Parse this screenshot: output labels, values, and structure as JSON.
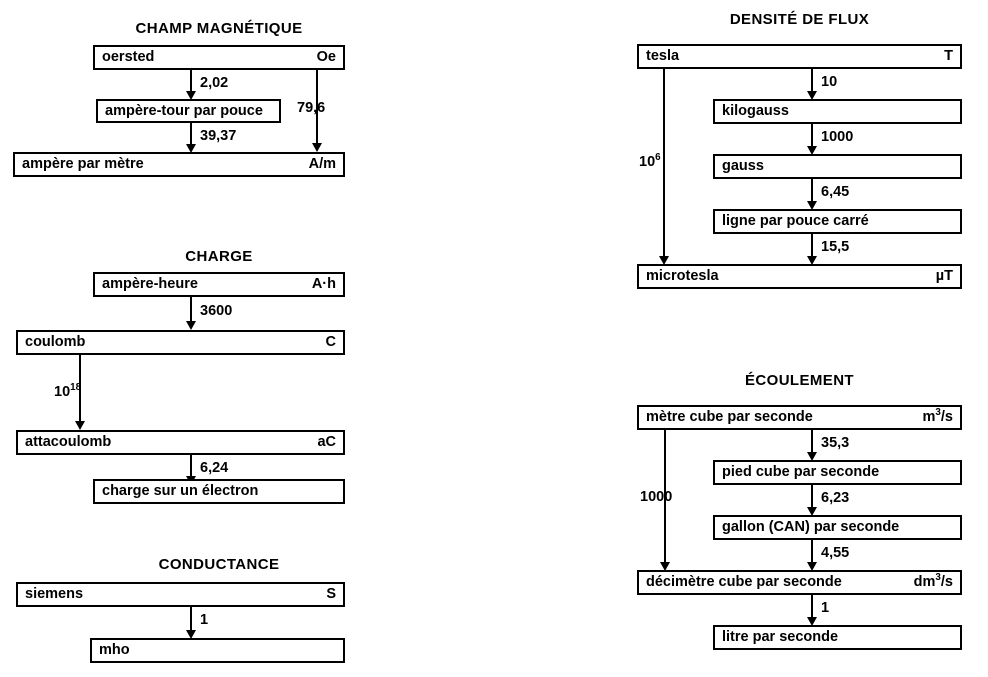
{
  "document": {
    "title": "Tableaux de conversion d'unités"
  },
  "sections": [
    {
      "id": "champ-magnetique",
      "title": "CHAMP MAGNÉTIQUE",
      "boxes": [
        {
          "name": "oersted",
          "symbol": "Oe"
        },
        {
          "name": "ampère-tour par pouce",
          "symbol": ""
        },
        {
          "name": "ampère par mètre",
          "symbol": "A/m"
        }
      ],
      "arrows": [
        {
          "label": "2,02"
        },
        {
          "label": "39,37"
        },
        {
          "label": "79,6"
        }
      ]
    },
    {
      "id": "charge",
      "title": "CHARGE",
      "boxes": [
        {
          "name": "ampère-heure",
          "symbol": "A·h"
        },
        {
          "name": "coulomb",
          "symbol": "C"
        },
        {
          "name": "attacoulomb",
          "symbol": "aC"
        },
        {
          "name": "charge sur un électron",
          "symbol": ""
        }
      ],
      "arrows": [
        {
          "label": "3600"
        },
        {
          "label": "10",
          "exponent": "18"
        },
        {
          "label": "6,24"
        }
      ]
    },
    {
      "id": "conductance",
      "title": "CONDUCTANCE",
      "boxes": [
        {
          "name": "siemens",
          "symbol": "S"
        },
        {
          "name": "mho",
          "symbol": ""
        }
      ],
      "arrows": [
        {
          "label": "1"
        }
      ]
    },
    {
      "id": "densite-de-flux",
      "title": "DENSITÉ DE FLUX",
      "boxes": [
        {
          "name": "tesla",
          "symbol": "T"
        },
        {
          "name": "kilogauss",
          "symbol": ""
        },
        {
          "name": "gauss",
          "symbol": ""
        },
        {
          "name": "ligne par pouce carré",
          "symbol": ""
        },
        {
          "name": "microtesla",
          "symbol": "µT"
        }
      ],
      "arrows": [
        {
          "label": "10"
        },
        {
          "label": "1000"
        },
        {
          "label": "6,45"
        },
        {
          "label": "15,5"
        },
        {
          "label": "10",
          "exponent": "6"
        }
      ]
    },
    {
      "id": "ecoulement",
      "title": "ÉCOULEMENT",
      "boxes": [
        {
          "name": "mètre cube par seconde",
          "symbol": "m",
          "symbol_sup": "3",
          "symbol_tail": "/s"
        },
        {
          "name": "pied cube par seconde",
          "symbol": ""
        },
        {
          "name": "gallon (CAN) par seconde",
          "symbol": ""
        },
        {
          "name": "décimètre cube par seconde",
          "symbol": "dm",
          "symbol_sup": "3",
          "symbol_tail": "/s"
        },
        {
          "name": "litre par seconde",
          "symbol": ""
        }
      ],
      "arrows": [
        {
          "label": "35,3"
        },
        {
          "label": "6,23"
        },
        {
          "label": "4,55"
        },
        {
          "label": "1"
        },
        {
          "label": "1000"
        }
      ]
    }
  ]
}
